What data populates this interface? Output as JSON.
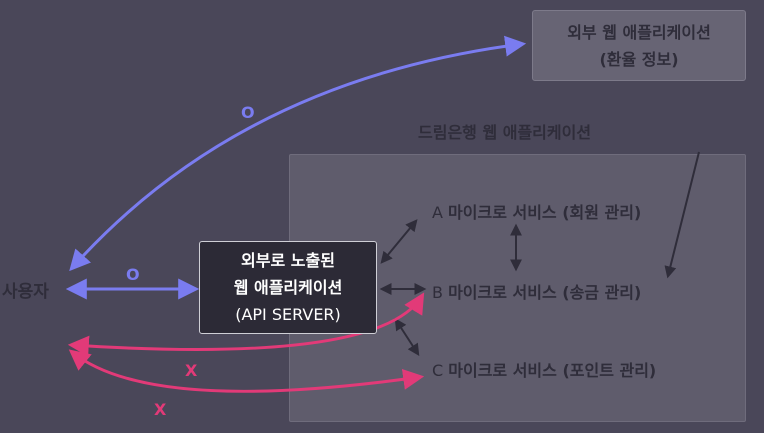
{
  "external_app": {
    "line1": "외부 웹 애플리케이션",
    "line2": "(환율 정보)"
  },
  "dreaming_app": {
    "title": "드림은행 웹 애플리케이션"
  },
  "api_server": {
    "line1": "외부로 노출된",
    "line2": "웹 애플리케이션",
    "line3": "(API SERVER)"
  },
  "user": {
    "label": "사용자"
  },
  "services": {
    "a": {
      "letter": "A",
      "name": "마이크로 서비스 (회원 관리)"
    },
    "b": {
      "letter": "B",
      "name": "마이크로 서비스 (송금 관리)"
    },
    "c": {
      "letter": "C",
      "name": "마이크로 서비스 (포인트 관리)"
    }
  },
  "marks": {
    "o_external": "O",
    "o_api": "O",
    "x_b": "X",
    "x_c": "X"
  },
  "colors": {
    "allowed": "#7a7cf0",
    "denied": "#e23a78",
    "internal": "#2f2d3a"
  }
}
